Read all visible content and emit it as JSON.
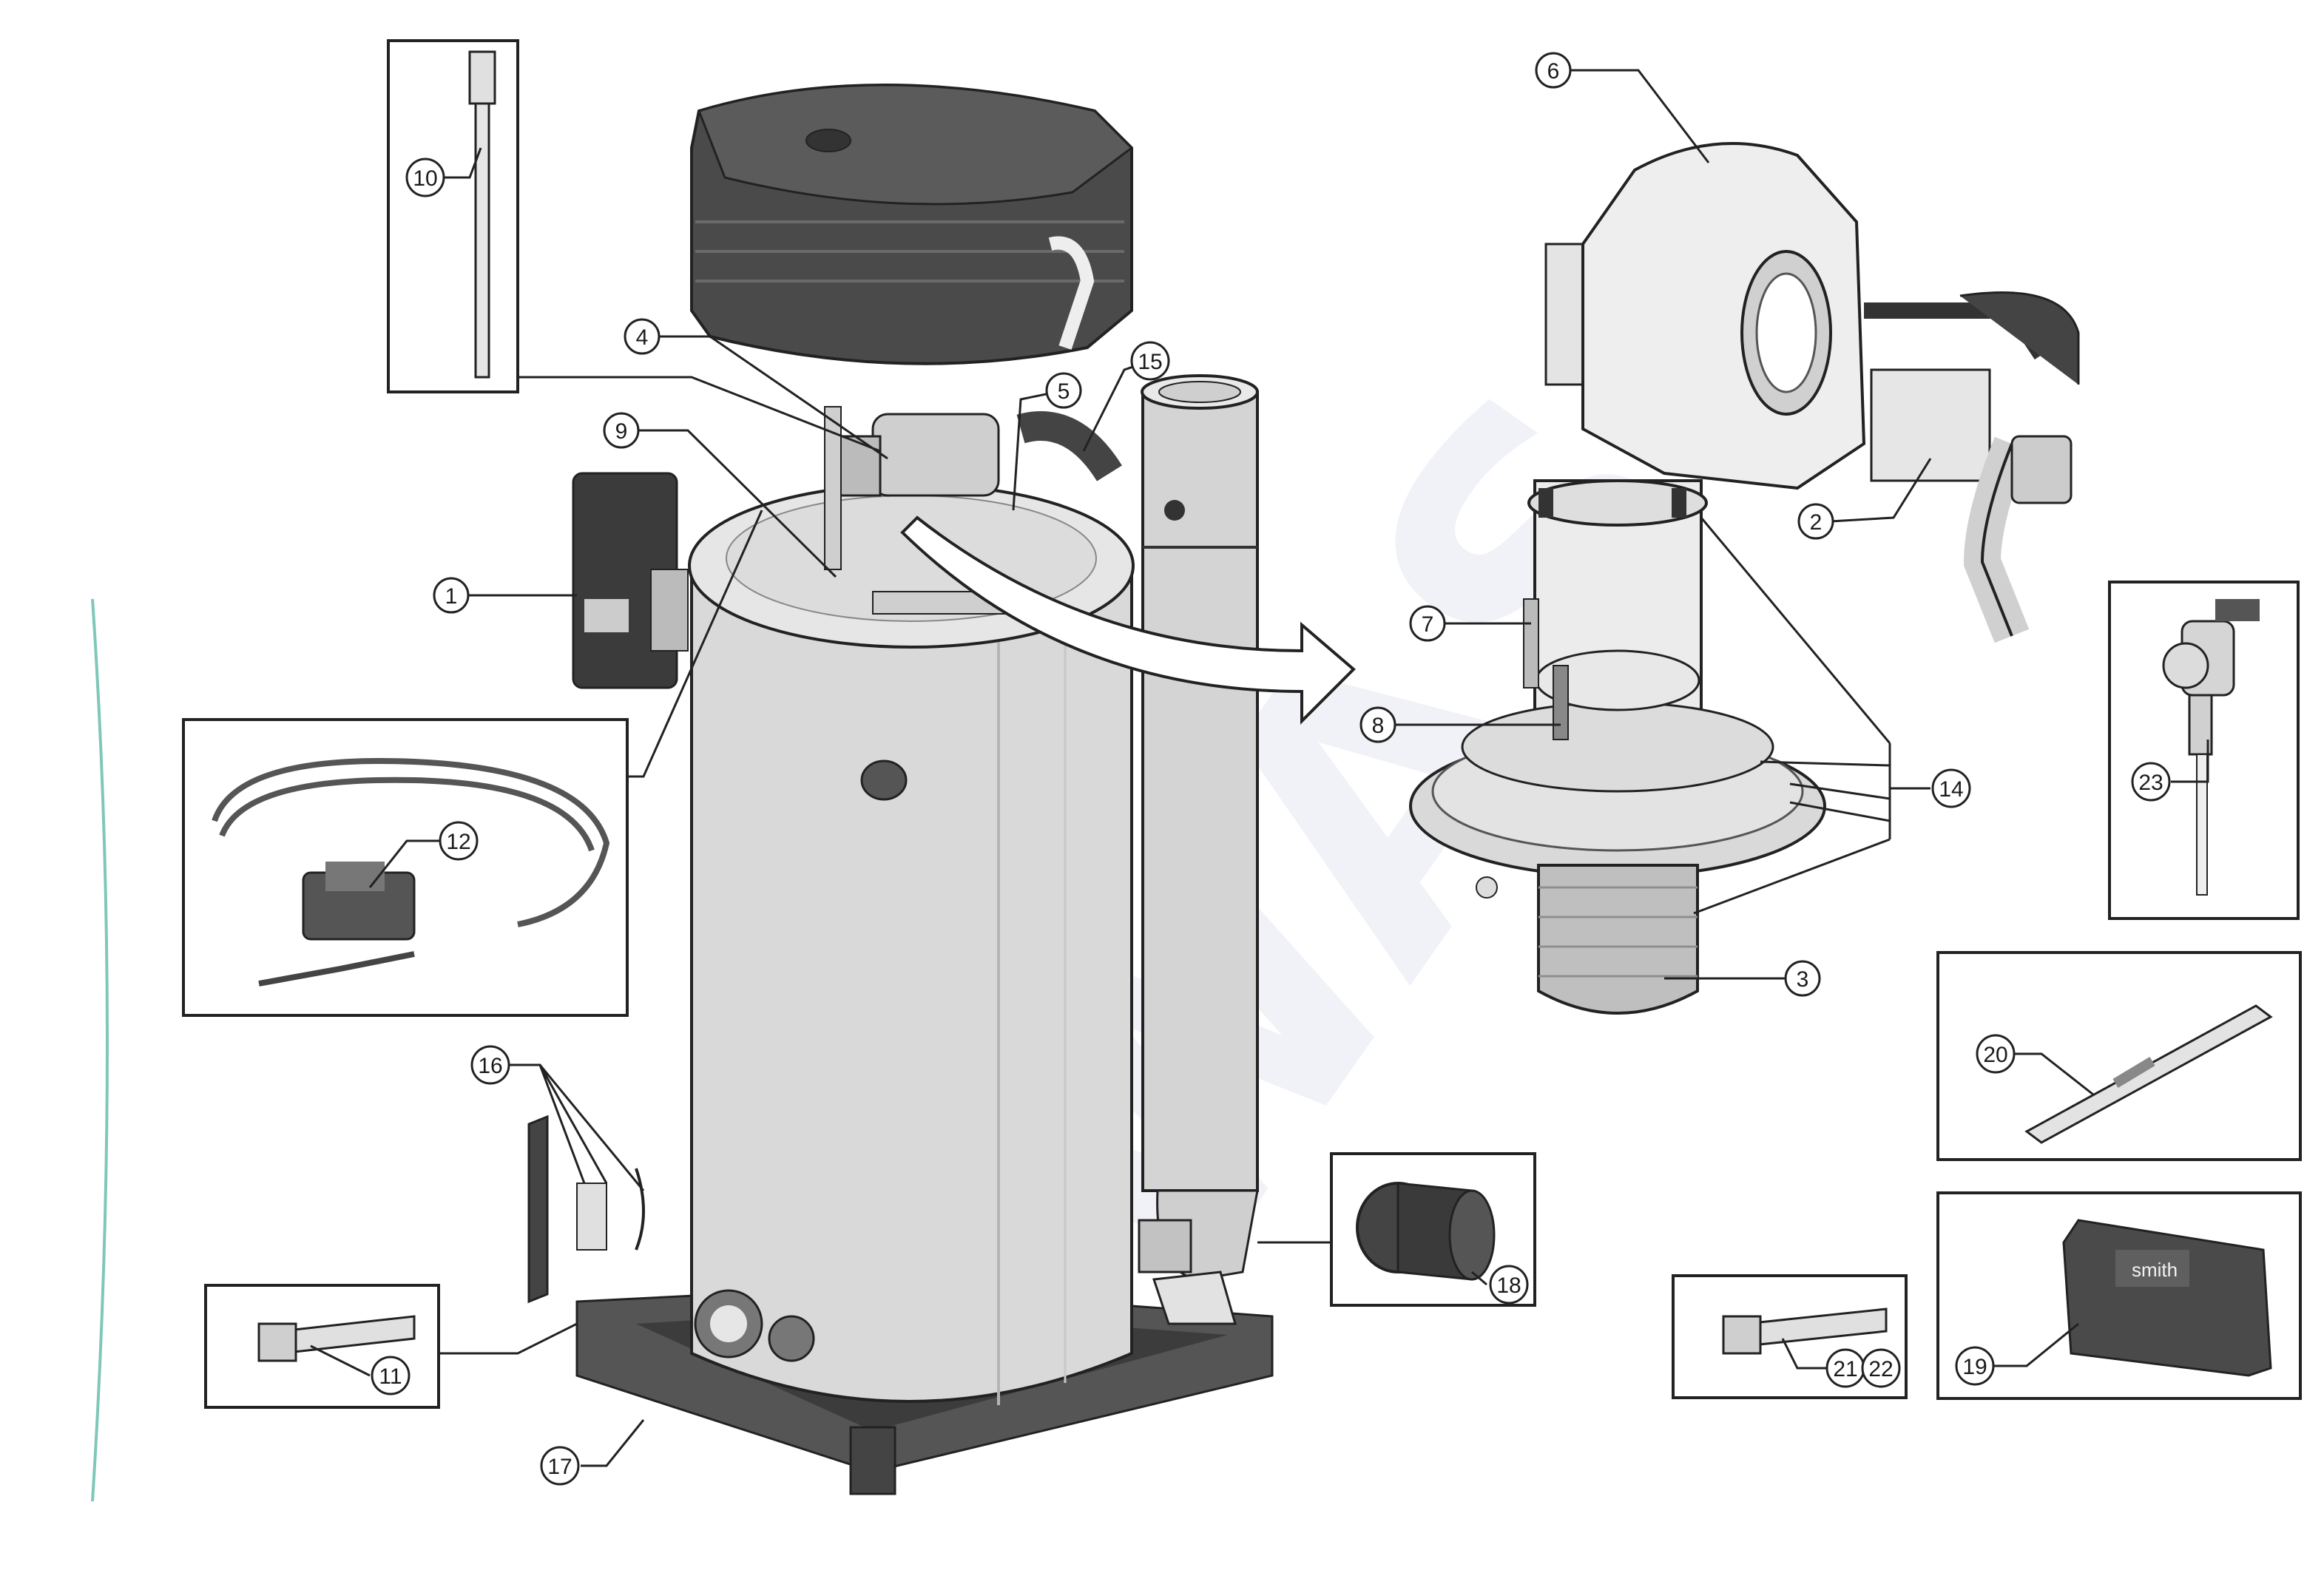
{
  "colors": {
    "line": "#222222",
    "tank": "#d9d9d9",
    "tank_shade": "#bdbdbd",
    "dark_part": "#4a4a4a",
    "dark_part_light": "#6a6a6a",
    "accent_curve": "#7fc7b8",
    "watermark": "#dfe4ef"
  },
  "watermark": "WAS",
  "callouts": [
    {
      "id": "1",
      "label": "1"
    },
    {
      "id": "2",
      "label": "2"
    },
    {
      "id": "3",
      "label": "3"
    },
    {
      "id": "4",
      "label": "4"
    },
    {
      "id": "5",
      "label": "5"
    },
    {
      "id": "6",
      "label": "6"
    },
    {
      "id": "7",
      "label": "7"
    },
    {
      "id": "8",
      "label": "8"
    },
    {
      "id": "9",
      "label": "9"
    },
    {
      "id": "10",
      "label": "10"
    },
    {
      "id": "11",
      "label": "11"
    },
    {
      "id": "12",
      "label": "12"
    },
    {
      "id": "14",
      "label": "14"
    },
    {
      "id": "15",
      "label": "15"
    },
    {
      "id": "16",
      "label": "16"
    },
    {
      "id": "17",
      "label": "17"
    },
    {
      "id": "18",
      "label": "18"
    },
    {
      "id": "19",
      "label": "19"
    },
    {
      "id": "20",
      "label": "20"
    },
    {
      "id": "21",
      "label": "21"
    },
    {
      "id": "22",
      "label": "22"
    },
    {
      "id": "23",
      "label": "23"
    }
  ],
  "brand_label": "smith"
}
